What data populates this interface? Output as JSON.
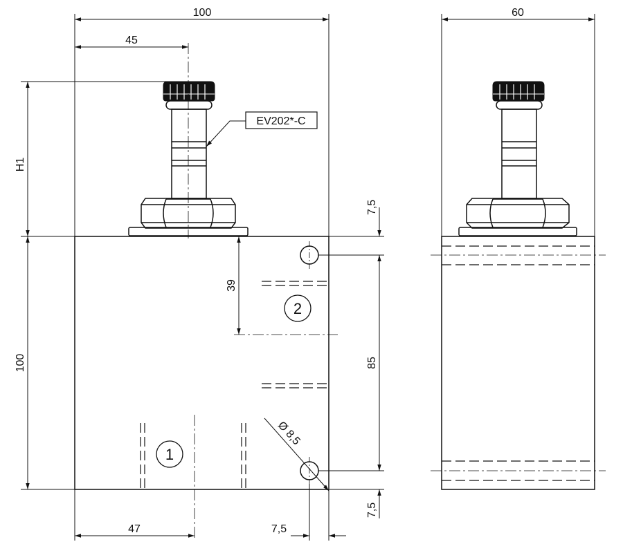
{
  "dimensions": {
    "width_top": "100",
    "offset_45": "45",
    "side_width": "60",
    "h1": "H1",
    "height_left": "100",
    "port2_depth": "39",
    "hole_spacing": "85",
    "top_margin": "7,5",
    "bottom_margin": "7,5",
    "port1_offset": "47",
    "hole_offset": "7,5",
    "hole_diameter": "Ø 8,5"
  },
  "callout": {
    "label": "EV202*-C"
  },
  "ports": {
    "port1": "1",
    "port2": "2"
  }
}
